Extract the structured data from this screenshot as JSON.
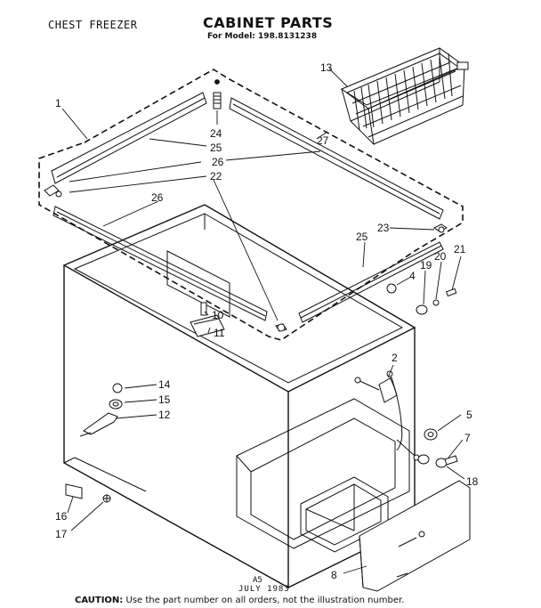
{
  "header": {
    "product": "CHEST FREEZER",
    "title": "CABINET PARTS",
    "model": "For Model: 198.8131238"
  },
  "footer": {
    "page_code": "A5",
    "date": "JULY 1983",
    "caution_label": "CAUTION:",
    "caution_text": "Use the part number on all orders, not the illustration number."
  },
  "callouts": {
    "c1": "1",
    "c2": "2",
    "c5": "5",
    "c7": "7",
    "c8": "8",
    "c10": "10",
    "c11": "11",
    "c12": "12",
    "c13": "13",
    "c14": "14",
    "c15": "15",
    "c16": "16",
    "c17": "17",
    "c18": "18",
    "c19": "19",
    "c20": "20",
    "c21": "21",
    "c22": "22",
    "c23": "23",
    "c24": "24",
    "c25a": "25",
    "c25b": "25",
    "c26a": "26",
    "c26b": "26",
    "c27": "27",
    "c4": "4"
  }
}
